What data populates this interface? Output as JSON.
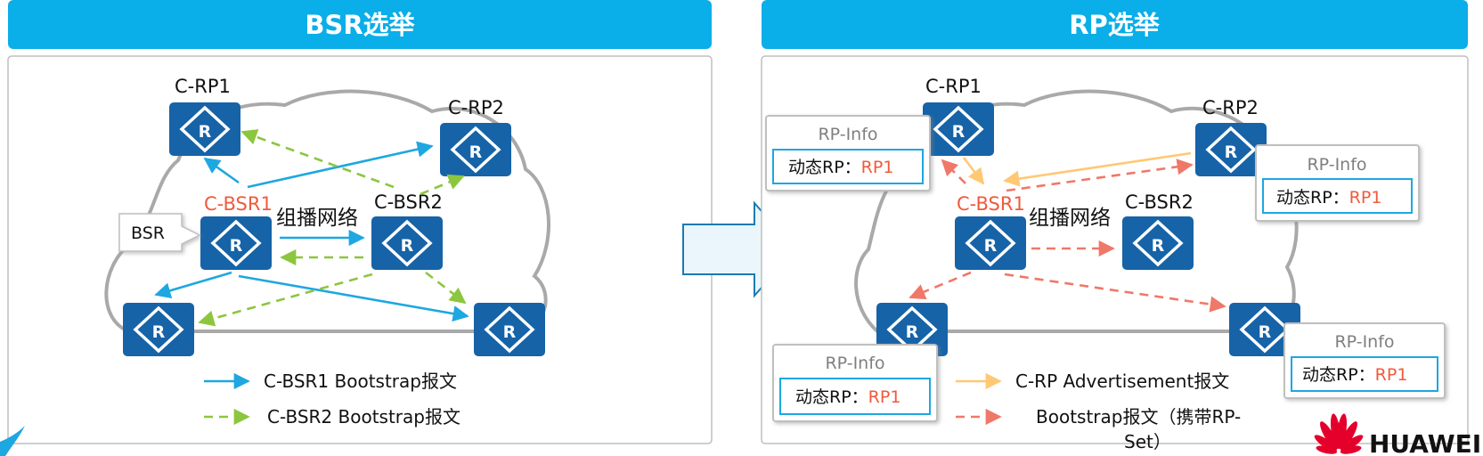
{
  "left_panel": {
    "title": "BSR选举",
    "cloud_label": "组播网络",
    "nodes": {
      "crp1": "C-RP1",
      "crp2": "C-RP2",
      "cbsr1": "C-BSR1",
      "cbsr2": "C-BSR2",
      "router_glyph": "R"
    },
    "bsr_callout": "BSR",
    "legend": [
      {
        "label": "C-BSR1 Bootstrap报文"
      },
      {
        "label": "C-BSR2 Bootstrap报文"
      }
    ]
  },
  "right_panel": {
    "title": "RP选举",
    "cloud_label": "组播网络",
    "nodes": {
      "crp1": "C-RP1",
      "crp2": "C-RP2",
      "cbsr1": "C-BSR1",
      "cbsr2": "C-BSR2",
      "router_glyph": "R"
    },
    "rp_info": {
      "title": "RP-Info",
      "entry_prefix": "动态RP：",
      "entry_value": "RP1"
    },
    "legend": [
      {
        "label": "C-RP Advertisement报文"
      },
      {
        "label_line1": "Bootstrap报文（携带RP-",
        "label_line2": "Set）"
      }
    ]
  },
  "brand": {
    "logo_text": "HUAWEI"
  },
  "colors": {
    "header_bg": "#0aaee8",
    "router_fill": "#1663a8",
    "blue_arrow": "#1ea7e1",
    "green_arrow": "#8cc63f",
    "orange_arrow": "#ffc875",
    "red_arrow": "#f07868",
    "highlight_text": "#f05a3c",
    "huawei_red": "#e4002b",
    "cloud_stroke": "#a9a9a9"
  }
}
